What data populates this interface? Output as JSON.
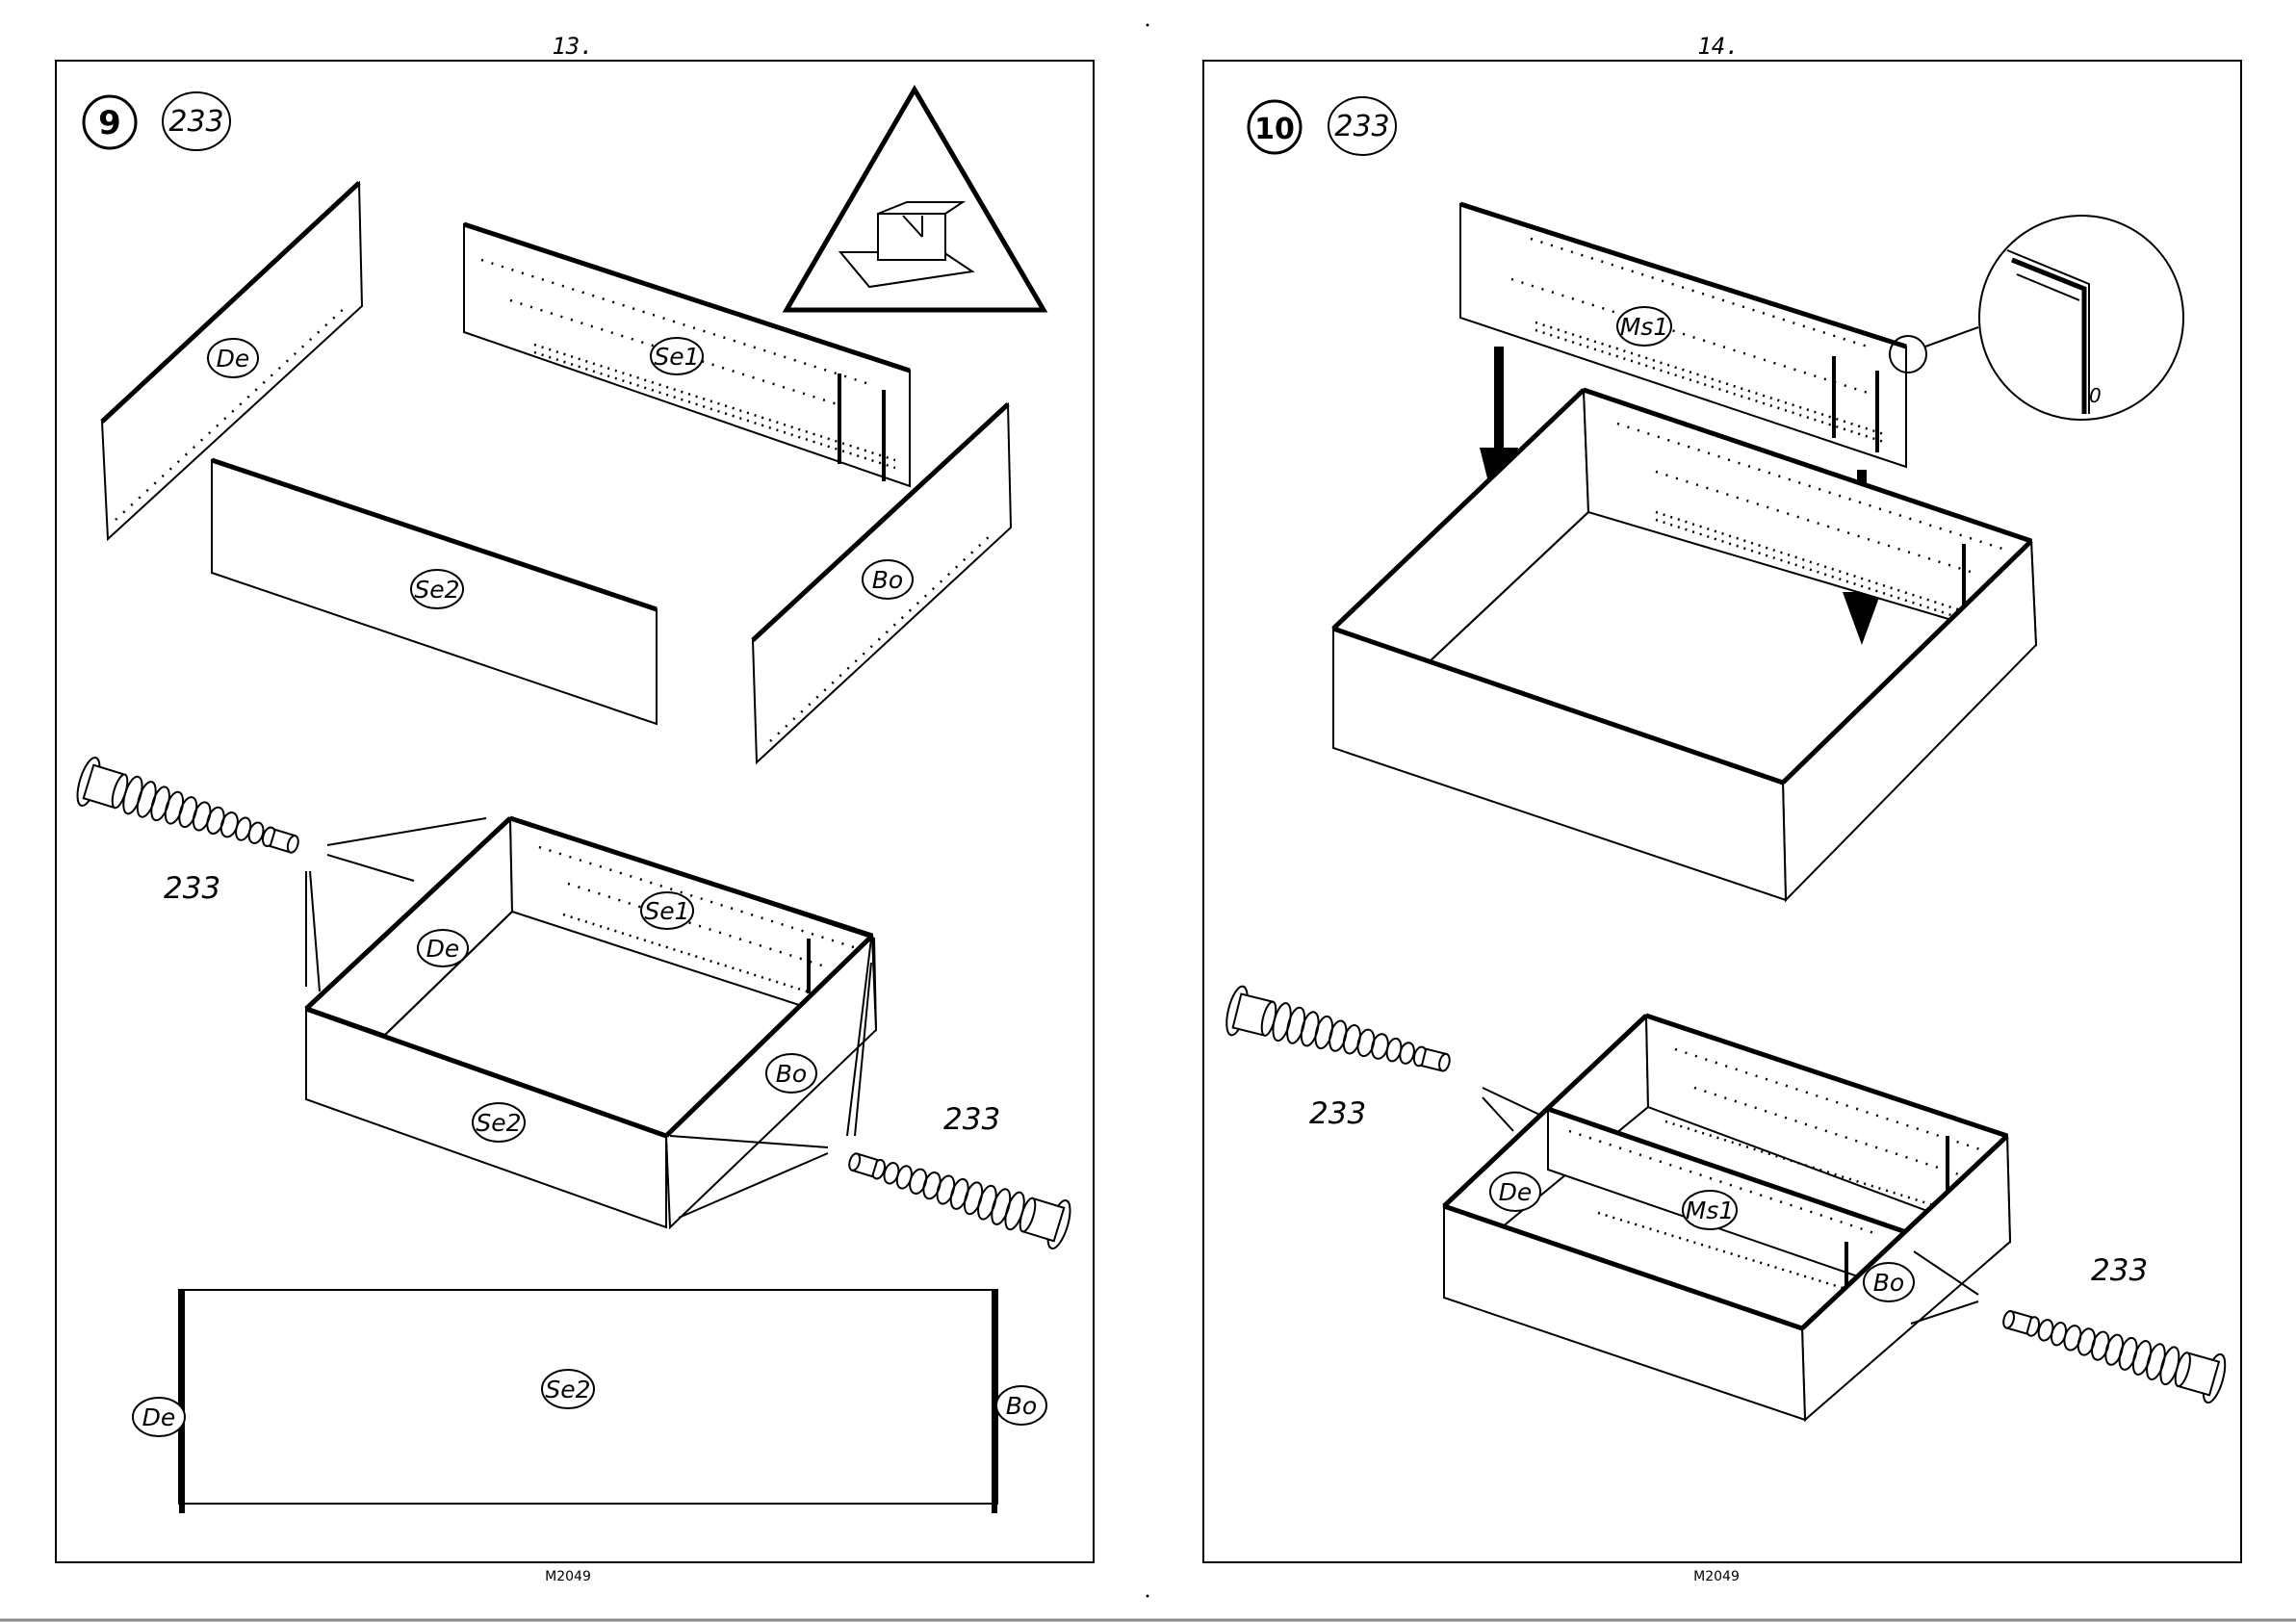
{
  "left_page": {
    "page_number": "13.",
    "footer_code": "M2049",
    "step": {
      "number": "9",
      "fitting_qty": "233"
    },
    "part_labels": [
      "De",
      "Se1",
      "Se2",
      "Bo"
    ],
    "assembled_labels": [
      "Se1",
      "De",
      "Bo",
      "Se2"
    ],
    "front_view_labels": [
      "Se2",
      "De",
      "Bo"
    ],
    "screw_labels": [
      "233",
      "233"
    ]
  },
  "right_page": {
    "page_number": "14.",
    "footer_code": "M2049",
    "step": {
      "number": "10",
      "fitting_qty": "233"
    },
    "panel_label": "Ms1",
    "detail_label": "0",
    "assembled_labels": [
      "De",
      "Ms1",
      "Bo"
    ],
    "screw_labels": [
      "233",
      "233"
    ]
  }
}
